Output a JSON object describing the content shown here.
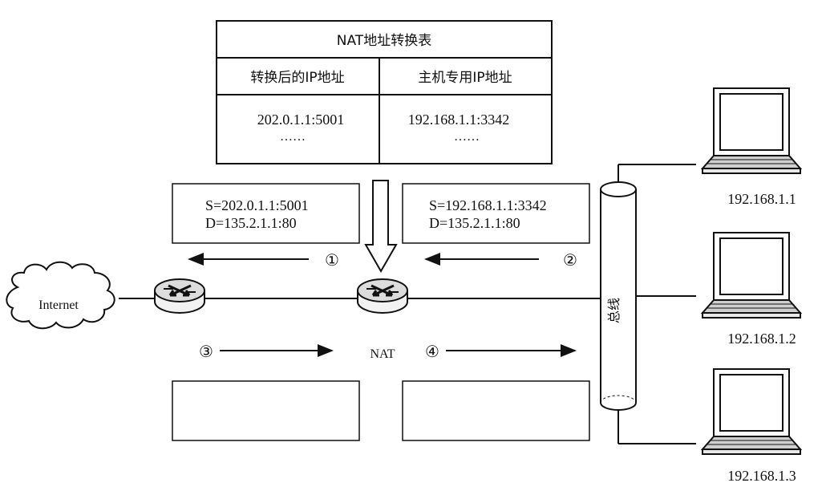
{
  "nat_table": {
    "title": "NAT地址转换表",
    "col_left_header": "转换后的IP地址",
    "col_right_header": "主机专用IP地址",
    "col_left_value": "202.0.1.1:5001",
    "col_right_value": "192.168.1.1:3342",
    "ellipsis": "……"
  },
  "packets": {
    "outgoing": {
      "src": "S=202.0.1.1:5001",
      "dst": "D=135.2.1.1:80"
    },
    "internal": {
      "src": "S=192.168.1.1:3342",
      "dst": "D=135.2.1.1:80"
    }
  },
  "steps": {
    "s1": "①",
    "s2": "②",
    "s3": "③",
    "s4": "④"
  },
  "labels": {
    "internet": "Internet",
    "nat": "NAT",
    "bus": "总线"
  },
  "hosts": [
    {
      "ip": "192.168.1.1"
    },
    {
      "ip": "192.168.1.2"
    },
    {
      "ip": "192.168.1.3"
    }
  ],
  "colors": {
    "line": "#111111",
    "background": "#ffffff"
  }
}
